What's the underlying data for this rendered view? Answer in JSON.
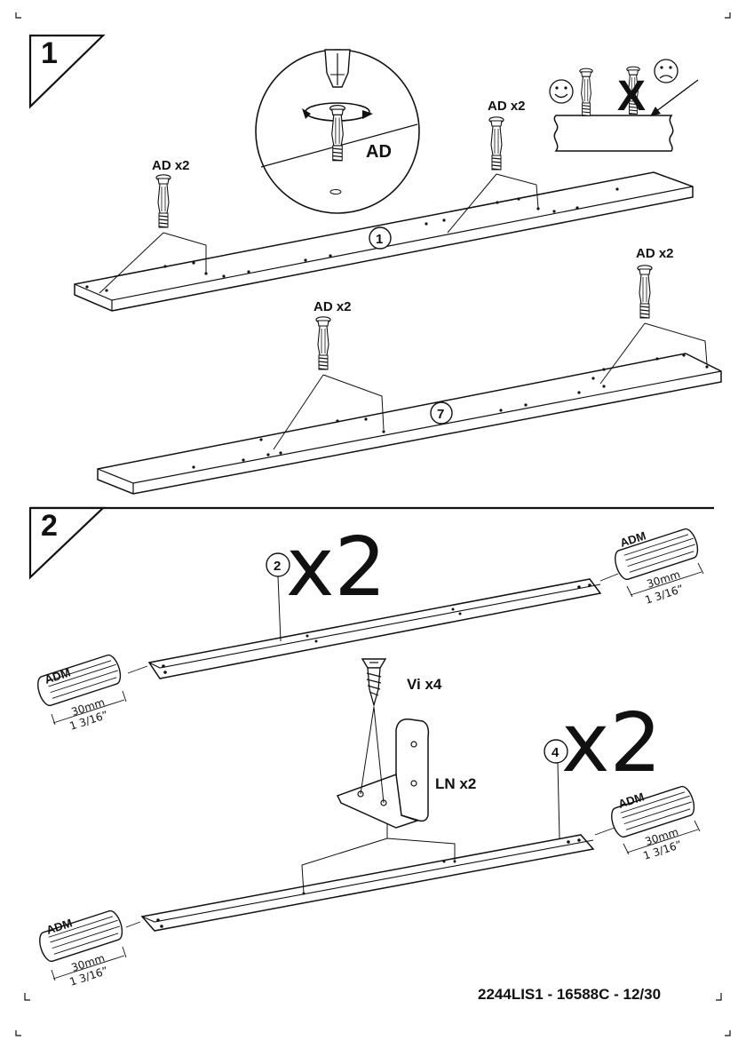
{
  "steps": [
    {
      "number": "1"
    },
    {
      "number": "2"
    }
  ],
  "step1": {
    "callout_label": "AD",
    "wrong_mark": "X",
    "hardware_qty_left": "AD x2",
    "hardware_qty_right": "AD x2",
    "hardware_qty_lower_left": "AD x2",
    "hardware_qty_lower_right": "AD x2",
    "panel_top_id": "1",
    "panel_bottom_id": "7"
  },
  "step2": {
    "panel_top_id": "2",
    "panel_top_multiplier": "x2",
    "panel_bottom_id": "4",
    "panel_bottom_multiplier": "x2",
    "screw_label": "Vi  x4",
    "bracket_label": "LN  x2",
    "dowel_label": "ADM",
    "dowel_metric": "30mm",
    "dowel_imperial": "1 3/16”"
  },
  "footer": {
    "code": "2244LIS1  -  16588C  -  12/30"
  }
}
